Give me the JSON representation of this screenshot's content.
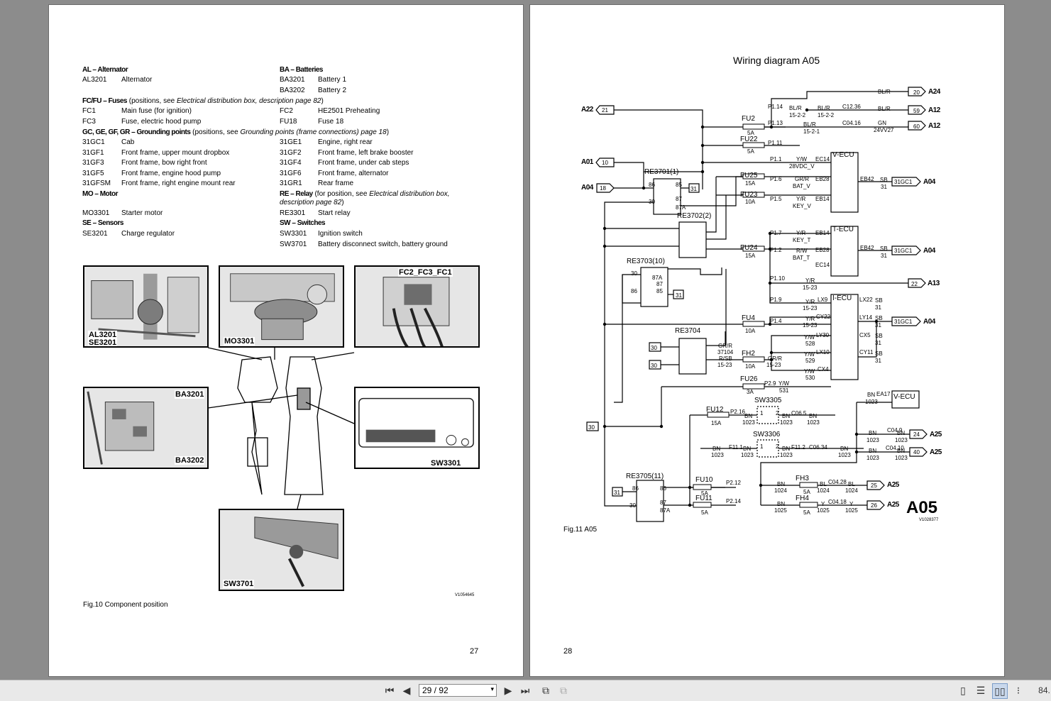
{
  "left_page": {
    "sections": {
      "al": {
        "head": "AL – Alternator",
        "code": "AL3201",
        "desc": "Alternator"
      },
      "ba": {
        "head": "BA – Batteries",
        "r1_code": "BA3201",
        "r1_desc": "Battery 1",
        "r2_code": "BA3202",
        "r2_desc": "Battery 2"
      },
      "fc": {
        "head": "FC/FU – Fuses",
        "note_a": " (positions, see ",
        "note_b": "Electrical distribution box, description page 82",
        "note_c": ")",
        "rows": [
          [
            "FC1",
            "Main fuse (for ignition)",
            "FC2",
            "HE2501 Preheating"
          ],
          [
            "FC3",
            "Fuse, electric hood pump",
            "FU18",
            "Fuse 18"
          ]
        ]
      },
      "gc": {
        "head": "GC, GE, GF, GR – Grounding points",
        "note_a": " (positions, see ",
        "note_b": "Grounding points (frame connections) page 18",
        "note_c": ")",
        "rows": [
          [
            "31GC1",
            "Cab",
            "31GE1",
            "Engine, right rear"
          ],
          [
            "31GF1",
            "Front frame, upper mount dropbox",
            "31GF2",
            "Front frame, left brake booster"
          ],
          [
            "31GF3",
            "Front frame, bow right front",
            "31GF4",
            "Front frame, under cab steps"
          ],
          [
            "31GF5",
            "Front frame, engine hood pump",
            "31GF6",
            "Front frame, alternator"
          ],
          [
            "31GFSM",
            "Front frame, right engine mount rear",
            "31GR1",
            "Rear frame"
          ]
        ]
      },
      "mo": {
        "head": "MO – Motor",
        "code": "MO3301",
        "desc": "Starter motor"
      },
      "re": {
        "head": "RE – Relay",
        "note_a": " (for position, see ",
        "note_b": "Electrical distribution box,",
        "note_c": "description page 82",
        "note_d": ")",
        "code": "RE3301",
        "desc": "Start relay"
      },
      "se": {
        "head": "SE – Sensors",
        "code": "SE3201",
        "desc": "Charge regulator"
      },
      "sw": {
        "head": "SW – Switches",
        "r1_code": "SW3301",
        "r1_desc": "Ignition switch",
        "r2_code": "SW3701",
        "r2_desc": "Battery disconnect switch, battery ground"
      }
    },
    "photos": {
      "p1": "AL3201",
      "p1b": "SE3201",
      "p2": "MO3301",
      "p3": "FC2_FC3_FC1",
      "p4a": "BA3201",
      "p4b": "BA3202",
      "p5": "SW3301",
      "p6": "SW3701"
    },
    "fig_code": "V1054645",
    "caption": "Fig.10 Component position",
    "page_number": "27"
  },
  "right_page": {
    "title": "Wiring diagram A05",
    "caption": "Fig.11 A05",
    "big_label": "A05",
    "fig_code": "V1028377",
    "page_number": "28",
    "labels": {
      "a22": "A22",
      "a22n": "21",
      "a01": "A01",
      "a01n": "10",
      "a04l": "A04",
      "a04ln": "18",
      "fu2": "FU2",
      "fu2a": "5A",
      "fu22": "FU22",
      "fu22a": "5A",
      "fu25": "FU25",
      "fu25a": "15A",
      "fu23": "FU23",
      "fu23a": "10A",
      "fu24": "FU24",
      "fu24a": "15A",
      "fu4": "FU4",
      "fu4a": "10A",
      "fh2": "FH2",
      "fh2a": "10A",
      "fu26": "FU26",
      "fu26a": "3A",
      "fu12": "FU12",
      "fu12a": "15A",
      "fu10": "FU10",
      "fu10a": "5A",
      "fu11": "FU11",
      "fu11a": "5A",
      "fh3": "FH3",
      "fh3a": "5A",
      "fh4": "FH4",
      "fh4a": "5A",
      "re3701": "RE3701(1)",
      "re3702": "RE3702(2)",
      "re3703": "RE3703(10)",
      "re3704": "RE3704",
      "re3705": "RE3705(11)",
      "sw3305": "SW3305",
      "sw3306": "SW3306",
      "vecu": "V-ECU",
      "tecu": "T-ECU",
      "iecu": "I-ECU",
      "vecu2": "V-ECU",
      "r86": "86",
      "r85": "85",
      "r30": "30",
      "r87": "87",
      "r87a": "87A",
      "n31": "31",
      "n30": "30",
      "n1": "1",
      "n2": "2",
      "p114": "P1.14",
      "p113": "P1.13",
      "p111": "P1.11",
      "p11": "P1.1",
      "p16": "P1.6",
      "p15": "P1.5",
      "p17": "P1.7",
      "p12": "P1.2",
      "p110": "P1.10",
      "p19": "P1.9",
      "p14": "P1.4",
      "p29": "P2.9",
      "p216": "P2.16",
      "p212": "P2.12",
      "p214": "P2.14",
      "blr": "BL/R",
      "blr1": "15-2-2",
      "blr2": "15-2-2",
      "blr3": "15-2-1",
      "c1236": "C12.36",
      "c0416": "C04.16",
      "gn": "GN",
      "v27": "24VV27",
      "a24n": "20",
      "a24": "A24",
      "a12n1": "59",
      "a12a": "A12",
      "a12n2": "60",
      "a12b": "A12",
      "yw": "Y/W",
      "v28": "28VDC_V",
      "grr": "GR/R",
      "batv": "BAT_V",
      "yr": "Y/R",
      "keyv": "KEY_V",
      "ec14": "EC14",
      "eb28": "EB28",
      "eb14": "EB14",
      "eb42": "EB42",
      "sb": "SB",
      "gc1": "31GC1",
      "a04": "A04",
      "keyt": "KEY_T",
      "rw": "R/W",
      "batt": "BAT_T",
      "yr2": "Y/R",
      "s1523": "15-23",
      "a13n": "22",
      "a13": "A13",
      "lx22": "LX22",
      "lx9": "LX9",
      "cy22": "CY22",
      "ly14": "LY14",
      "ly30": "LY30",
      "cx5": "CX5",
      "lx10": "LX10",
      "cy11": "CY11",
      "cx4": "CX4",
      "grr2": "GR/R",
      "w37104": "37104",
      "rsb": "R/SB",
      "grr3": "GR/R",
      "w528": "528",
      "w529": "529",
      "w530": "530",
      "w531": "531",
      "bn": "BN",
      "w1023": "1023",
      "w1024": "1024",
      "w1025": "1025",
      "ea17": "EA17",
      "c065": "C06.5",
      "f111": "F11.1",
      "f112": "F11.2",
      "c0634": "C06.34",
      "c049": "C04.9",
      "c0410": "C04.10",
      "a25n1": "24",
      "a25n2": "40",
      "a25": "A25",
      "c0428": "C04.28",
      "c0418": "C04.18",
      "bl": "BL",
      "y": "Y",
      "a25n3": "25",
      "a25n4": "26"
    }
  },
  "toolbar": {
    "page_value": "29 / 92",
    "zoom": "84."
  }
}
